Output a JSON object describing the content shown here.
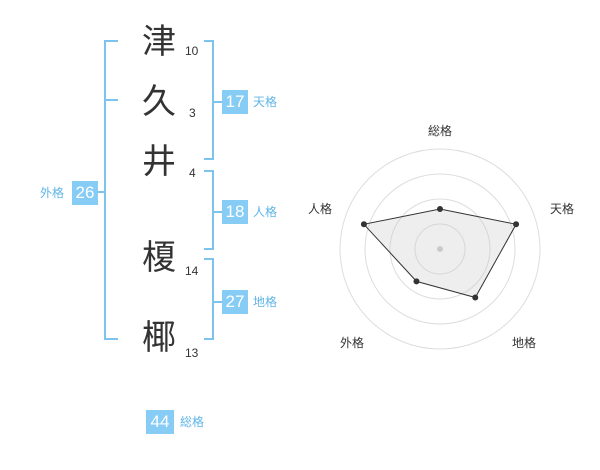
{
  "characters": [
    {
      "char": "津",
      "strokes": "10"
    },
    {
      "char": "久",
      "strokes": "3"
    },
    {
      "char": "井",
      "strokes": "4"
    },
    {
      "char": "榎",
      "strokes": "14"
    },
    {
      "char": "椰",
      "strokes": "13"
    }
  ],
  "kaku": {
    "tenkaku": {
      "value": "17",
      "label": "天格"
    },
    "jinkaku": {
      "value": "18",
      "label": "人格"
    },
    "chikaku": {
      "value": "27",
      "label": "地格"
    },
    "gaikaku": {
      "value": "26",
      "label": "外格"
    },
    "soukaku": {
      "value": "44",
      "label": "総格"
    }
  },
  "colors": {
    "accent": "#87ccf5",
    "bracket": "#7ec3ee"
  },
  "chart_data": {
    "type": "radar",
    "axes": [
      "総格",
      "天格",
      "地格",
      "外格",
      "人格"
    ],
    "values": [
      0.4,
      0.8,
      0.6,
      0.4,
      0.8
    ],
    "rings": 4
  }
}
